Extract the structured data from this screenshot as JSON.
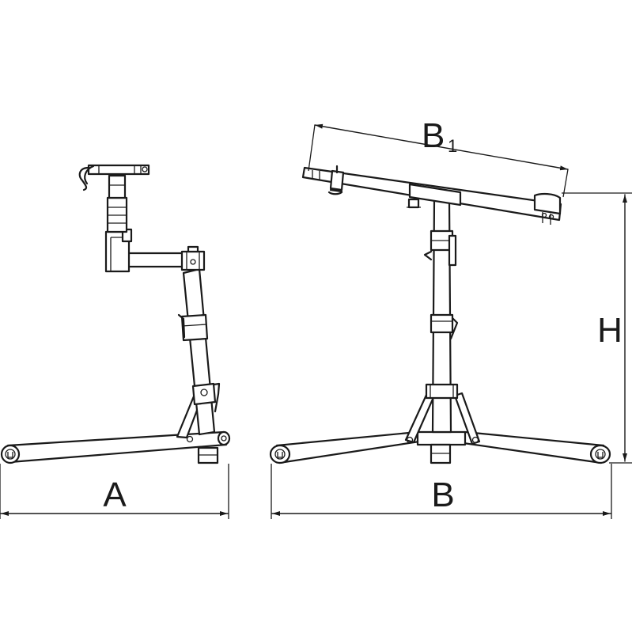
{
  "dimensions": {
    "depth": {
      "letter": "A",
      "subscript": ""
    },
    "width": {
      "letter": "B",
      "subscript": ""
    },
    "head_width": {
      "letter": "B",
      "subscript": "1"
    },
    "height": {
      "letter": "H",
      "subscript": ""
    }
  },
  "colors": {
    "line": "#1a1a1a",
    "background": "#ffffff"
  }
}
